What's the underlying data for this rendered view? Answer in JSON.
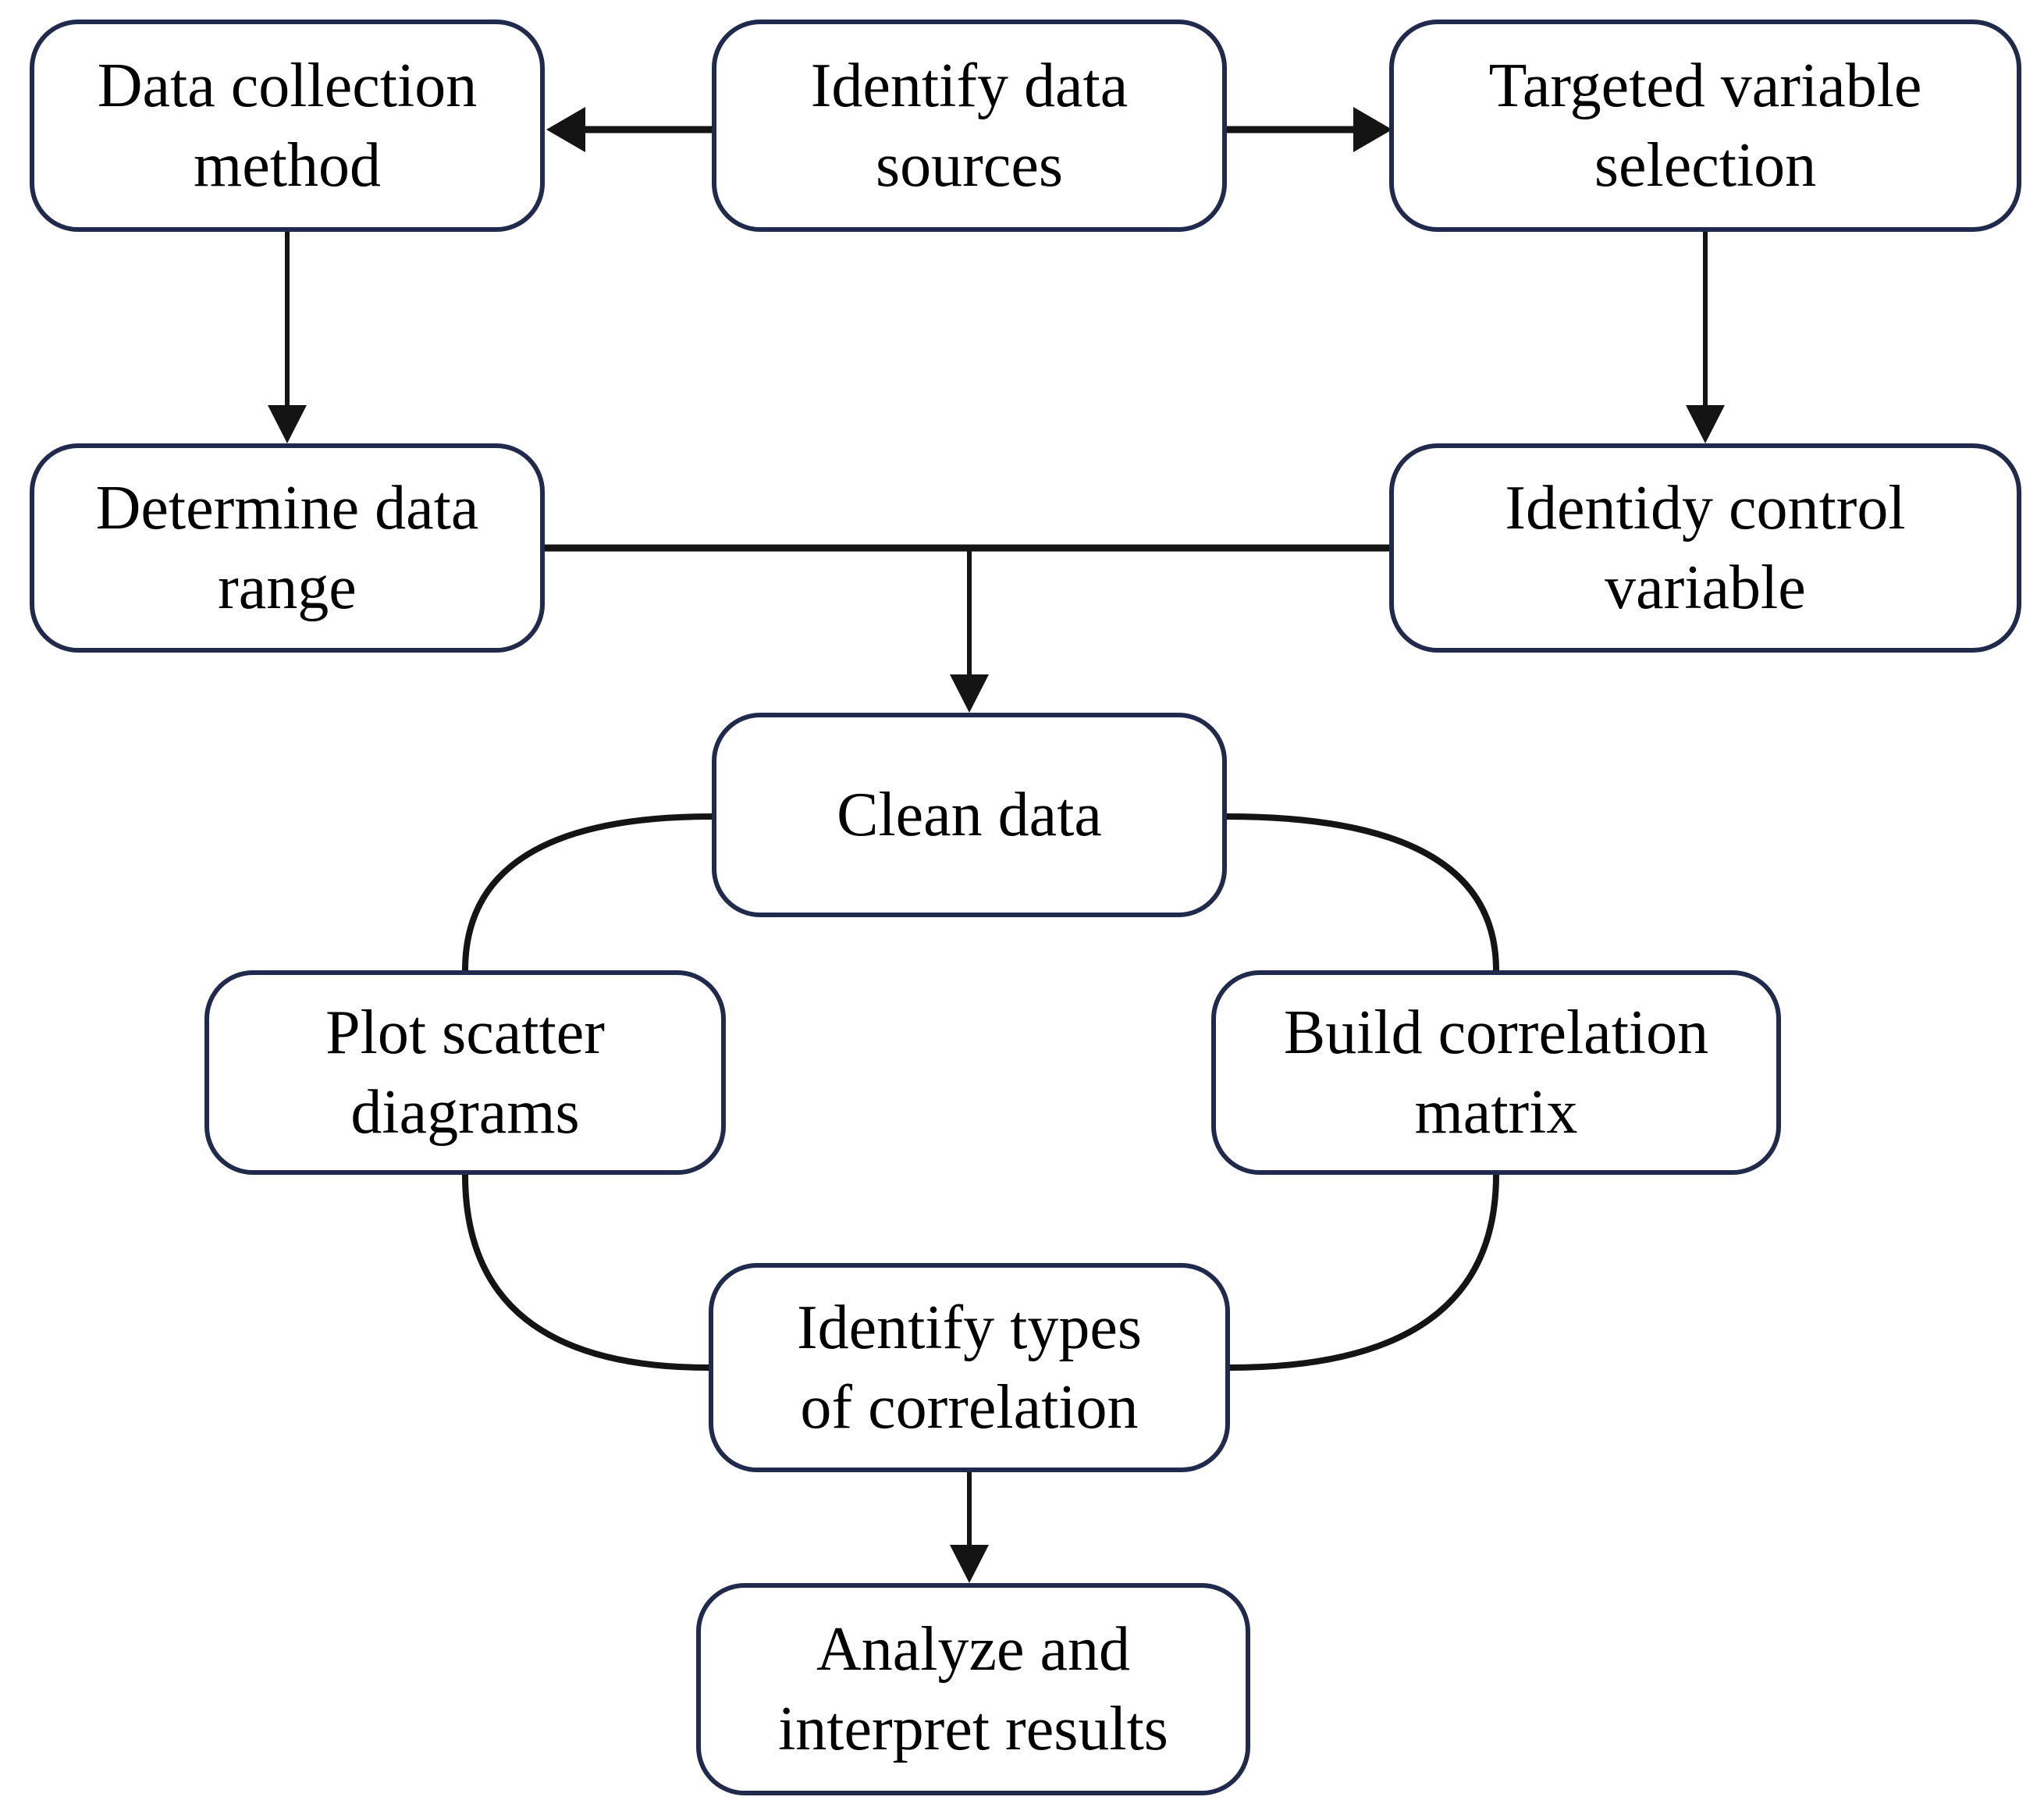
{
  "diagram": {
    "type": "flowchart",
    "colors": {
      "background": "#ffffff",
      "node_fill": "#ffffff",
      "node_border": "#202a4c",
      "connector": "#141414",
      "text": "#000000"
    },
    "nodes": [
      {
        "id": "data-collection-method",
        "label": "Data collection\nmethod"
      },
      {
        "id": "identify-data-sources",
        "label": "Identify data\nsources"
      },
      {
        "id": "targeted-variable-selection",
        "label": "Targeted variable\nselection"
      },
      {
        "id": "determine-data-range",
        "label": "Determine data\nrange"
      },
      {
        "id": "identidy-control-variable",
        "label": "Identidy control\nvariable"
      },
      {
        "id": "clean-data",
        "label": "Clean data"
      },
      {
        "id": "plot-scatter-diagrams",
        "label": "Plot scatter\ndiagrams"
      },
      {
        "id": "build-correlation-matrix",
        "label": "Build correlation\nmatrix"
      },
      {
        "id": "identify-types-of-correlation",
        "label": "Identify types\nof correlation"
      },
      {
        "id": "analyze-and-interpret-results",
        "label": "Analyze and\ninterpret results"
      }
    ],
    "edges": [
      {
        "from": "identify-data-sources",
        "to": "data-collection-method",
        "arrowhead": true
      },
      {
        "from": "identify-data-sources",
        "to": "targeted-variable-selection",
        "arrowhead": true
      },
      {
        "from": "data-collection-method",
        "to": "determine-data-range",
        "arrowhead": true
      },
      {
        "from": "targeted-variable-selection",
        "to": "identidy-control-variable",
        "arrowhead": true
      },
      {
        "from": "determine-data-range",
        "to": "identidy-control-variable",
        "arrowhead": false
      },
      {
        "from": "determine-data-range-junction",
        "to": "clean-data",
        "arrowhead": true
      },
      {
        "from": "clean-data",
        "to": "plot-scatter-diagrams",
        "arrowhead": false
      },
      {
        "from": "clean-data",
        "to": "build-correlation-matrix",
        "arrowhead": false
      },
      {
        "from": "plot-scatter-diagrams",
        "to": "identify-types-of-correlation",
        "arrowhead": false
      },
      {
        "from": "build-correlation-matrix",
        "to": "identify-types-of-correlation",
        "arrowhead": false
      },
      {
        "from": "identify-types-of-correlation",
        "to": "analyze-and-interpret-results",
        "arrowhead": true
      }
    ]
  }
}
